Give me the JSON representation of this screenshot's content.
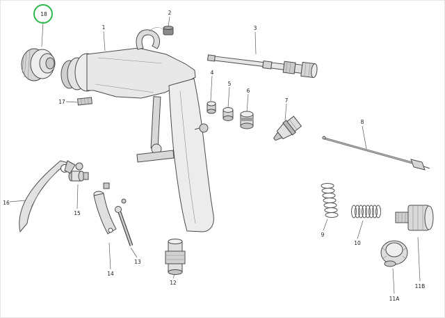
{
  "diagram": {
    "kind": "exploded-parts-diagram",
    "subject": "spray gun assembly",
    "background": "#ffffff",
    "stroke_color": "#4a4a4a",
    "label_color": "#1a1a1a",
    "highlight": {
      "part_label": "18",
      "shape": "circle",
      "color": "#2eb84b"
    },
    "part_labels": [
      "1",
      "2",
      "3",
      "4",
      "5",
      "6",
      "7",
      "8",
      "9",
      "10",
      "11A",
      "11B",
      "12",
      "13",
      "14",
      "15",
      "16",
      "17",
      "18"
    ]
  }
}
